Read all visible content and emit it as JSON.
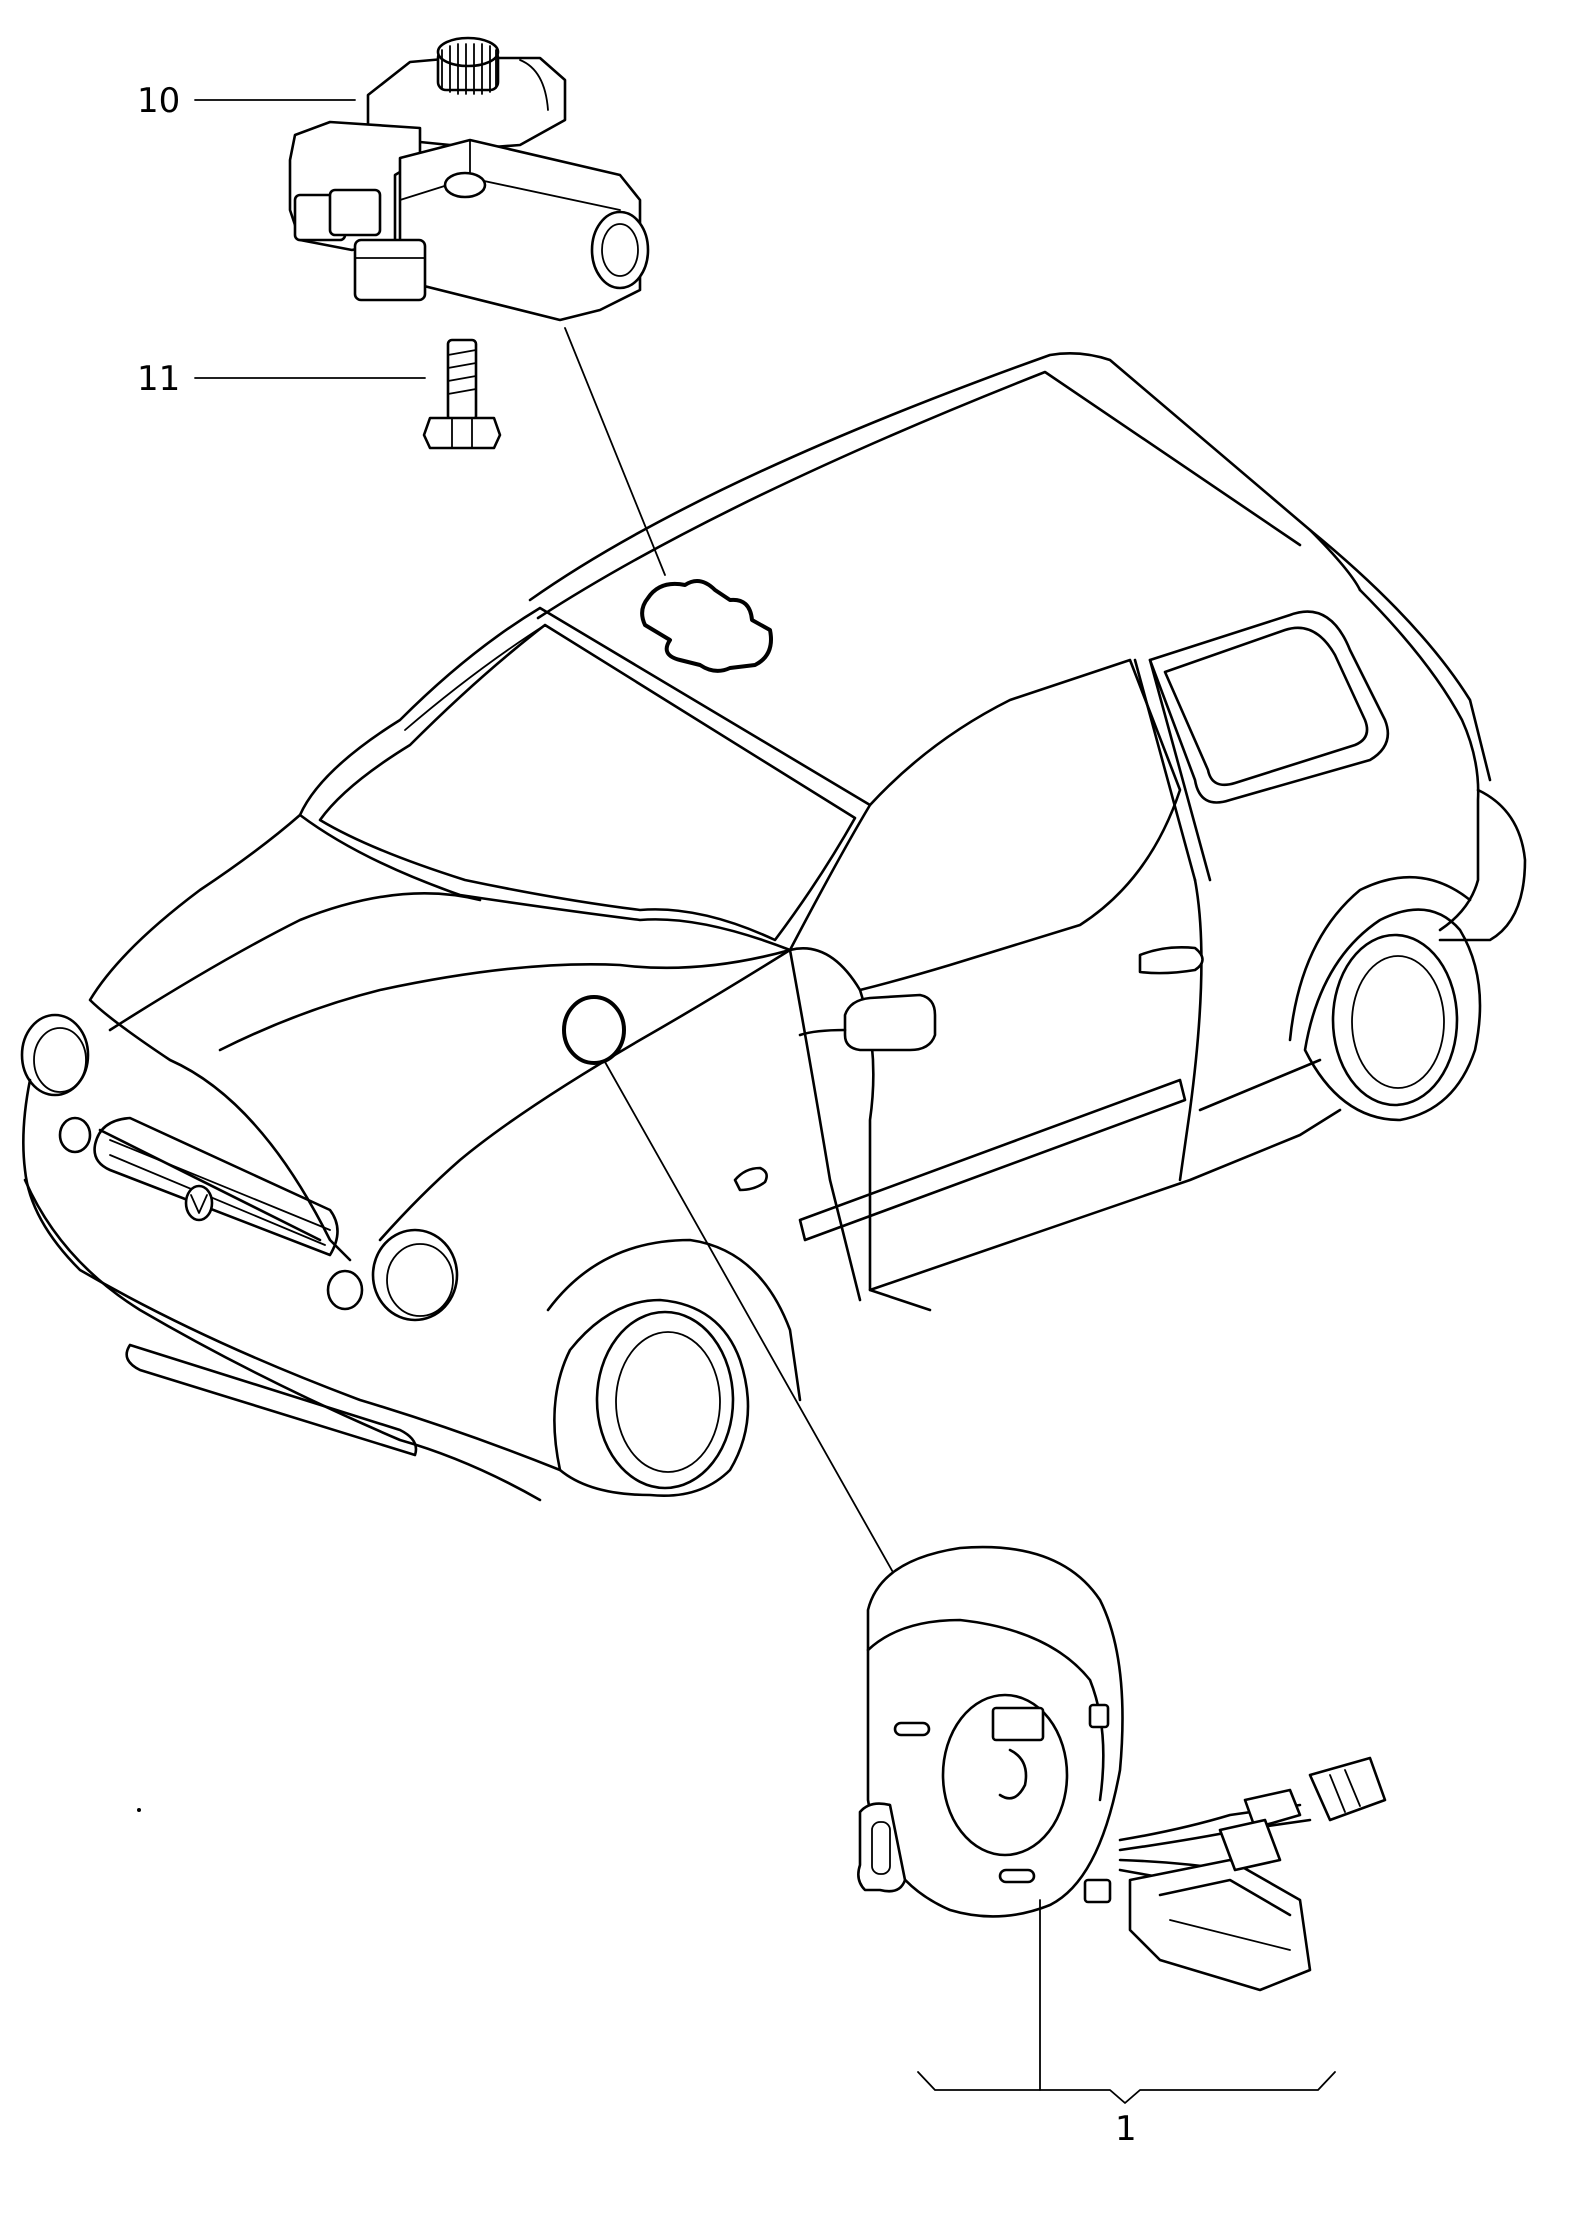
{
  "callouts": [
    {
      "id": "10",
      "label": "10"
    },
    {
      "id": "11",
      "label": "11"
    },
    {
      "id": "1",
      "label": "1"
    }
  ]
}
